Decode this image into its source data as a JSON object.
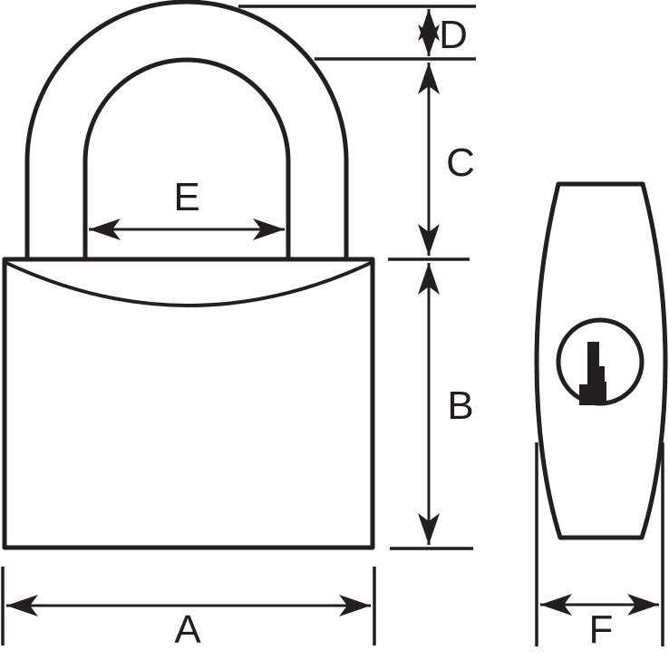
{
  "diagram": {
    "kind": "padlock-dimension-diagram",
    "colors": {
      "line": "#231f20",
      "background": "#ffffff"
    },
    "labels": {
      "A": "A",
      "B": "B",
      "C": "C",
      "D": "D",
      "E": "E",
      "F": "F"
    }
  }
}
